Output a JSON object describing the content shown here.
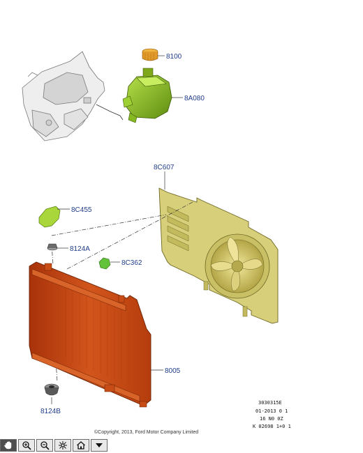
{
  "parts": {
    "cap": "8100",
    "reservoir": "8A080",
    "fan_shroud": "8C607",
    "upper_bracket": "8C455",
    "upper_insulator": "8124A",
    "clip": "8C362",
    "radiator": "8005",
    "lower_insulator": "8124B"
  },
  "reference_block": {
    "line1": "3030315E",
    "line2": "01-2013 0 1",
    "line3": "16 N0 0Z",
    "line4": "K 02698 1+0 1"
  },
  "copyright": "©Copyright, 2013, Ford Motor Company Limited",
  "toolbar": [
    {
      "icon": "pan-hand-icon",
      "active": true
    },
    {
      "icon": "zoom-in-icon",
      "active": false
    },
    {
      "icon": "zoom-out-icon",
      "active": false
    },
    {
      "icon": "fit-to-window-icon",
      "active": false
    },
    {
      "icon": "home-icon",
      "active": false
    },
    {
      "icon": "dropdown-arrow-icon",
      "active": false
    }
  ],
  "colors": {
    "callout": "#1f3d8a",
    "radiator": "#c3420f",
    "reservoir": "#8fc21e",
    "shroud": "#d7cf7a",
    "cap": "#e19a2a",
    "bracket": "#a9d63a"
  }
}
